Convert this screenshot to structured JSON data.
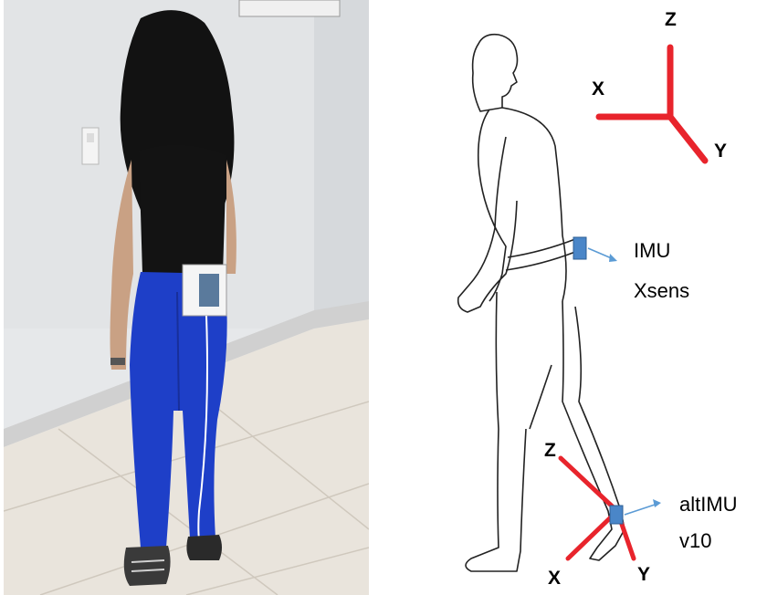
{
  "figure": {
    "global_axes": {
      "z_label": "Z",
      "x_label": "X",
      "y_label": "Y"
    },
    "waist_sensor": {
      "line1": "IMU",
      "line2": "Xsens"
    },
    "ankle_sensor": {
      "line1": "altIMU",
      "line2": "v10"
    },
    "ankle_axes": {
      "z_label": "Z",
      "x_label": "X",
      "y_label": "Y"
    }
  },
  "colors": {
    "axis_red": "#e8242c",
    "sensor_blue": "#4a86c8",
    "pointer_blue": "#5b9bd5",
    "pants_blue": "#1e3fc8"
  }
}
